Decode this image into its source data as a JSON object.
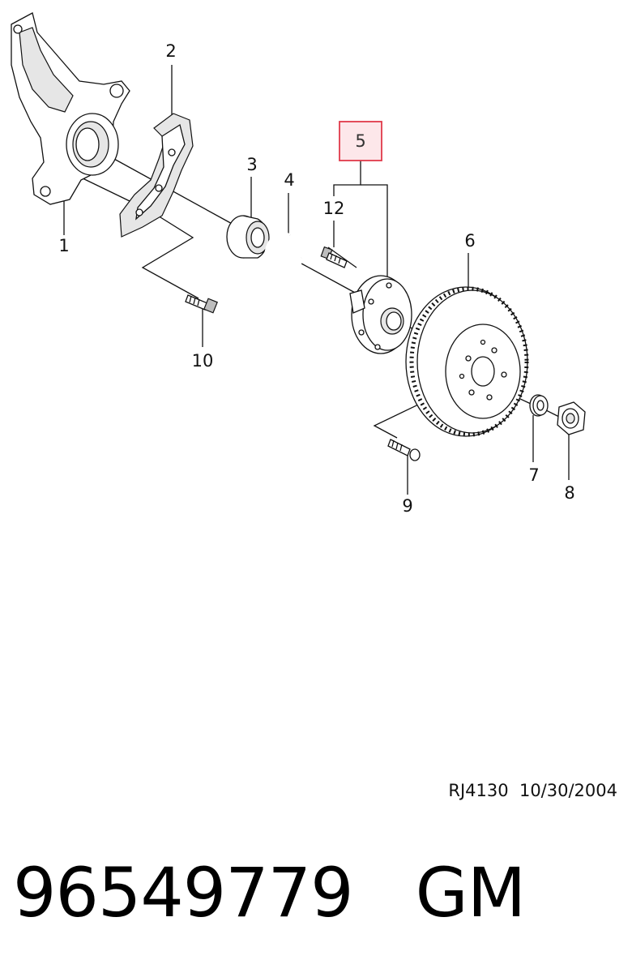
{
  "diagram": {
    "callouts": {
      "c1": "1",
      "c2": "2",
      "c3": "3",
      "c4": "4",
      "c5": "5",
      "c6": "6",
      "c7": "7",
      "c8": "8",
      "c9": "9",
      "c10": "10",
      "c12": "12"
    },
    "highlight_color": "#e03a4a",
    "highlight_fill": "#fde7ea"
  },
  "footer": {
    "drawing_code": "RJ4130  10/30/2004",
    "part_number": "96549779   GM"
  }
}
